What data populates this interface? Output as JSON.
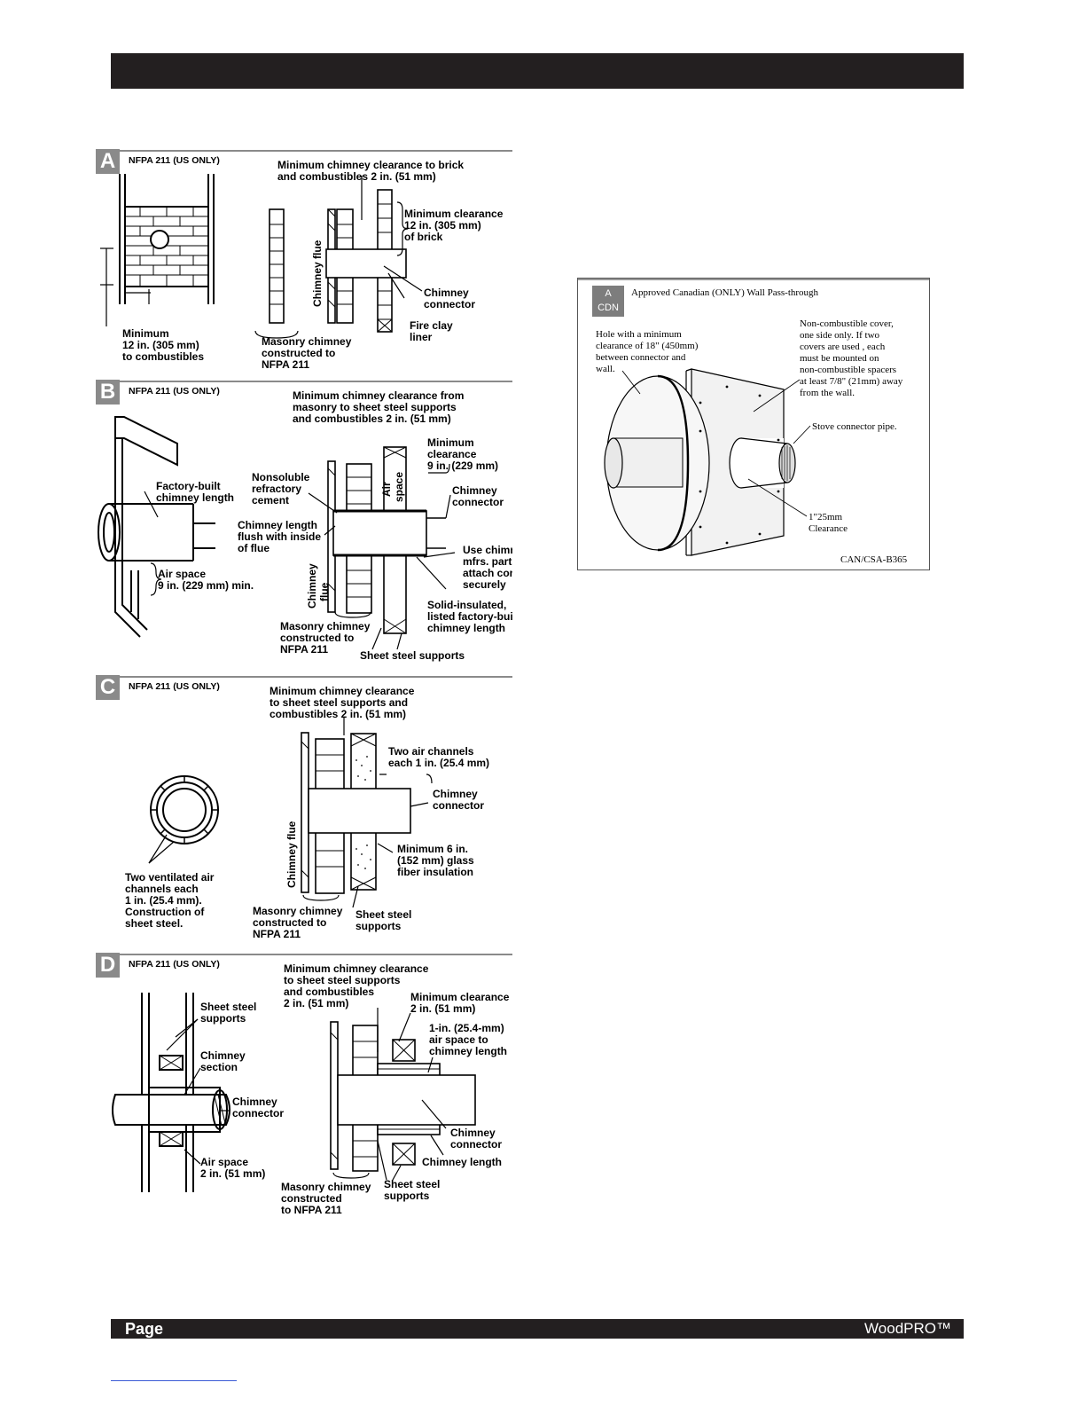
{
  "footer": {
    "page_label": "Page",
    "brand": "WoodPRO™"
  },
  "sections": {
    "a": {
      "letter": "A",
      "heading": "NFPA 211 (US ONLY)",
      "labels": {
        "clear_brick_1": "Minimum chimney clearance to brick",
        "clear_brick_2": "and combustibles 2 in. (51 mm)",
        "min_clear_1": "Minimum clearance",
        "min_clear_2": "12 in. (305 mm)",
        "min_clear_3": "of brick",
        "flue": "Chimney flue",
        "conn_1": "Chimney",
        "conn_2": "connector",
        "liner_1": "Fire clay",
        "liner_2": "liner",
        "min_1": "Minimum",
        "min_2": "12 in. (305 mm)",
        "min_3": "to combustibles",
        "mason_1": "Masonry chimney",
        "mason_2": "constructed to",
        "mason_3": "NFPA 211"
      }
    },
    "b": {
      "letter": "B",
      "heading": "NFPA 211 (US ONLY)",
      "labels": {
        "top_1": "Minimum chimney clearance from",
        "top_2": "masonry to sheet steel supports",
        "top_3": "and combustibles 2 in. (51 mm)",
        "mc_1": "Minimum",
        "mc_2": "clearance",
        "mc_3": "9 in. (229 mm)",
        "air": "Air",
        "space": "space",
        "fb_1": "Factory-built",
        "fb_2": "chimney length",
        "ns_1": "Nonsoluble",
        "ns_2": "refractory",
        "ns_3": "cement",
        "conn_1": "Chimney",
        "conn_2": "connector",
        "flush_1": "Chimney length",
        "flush_2": "flush with inside",
        "flush_3": "of flue",
        "use_1": "Use chimney",
        "use_2": "mfrs. parts to",
        "use_3": "attach connector",
        "use_4": "securely",
        "as_1": "Air space",
        "as_2": "9 in. (229 mm) min.",
        "flue_1": "Chimney",
        "flue_2": "flue",
        "si_1": "Solid-insulated,",
        "si_2": "listed factory-built",
        "si_3": "chimney length",
        "mason_1": "Masonry chimney",
        "mason_2": "constructed to",
        "mason_3": "NFPA 211",
        "steel": "Sheet steel supports"
      }
    },
    "c": {
      "letter": "C",
      "heading": "NFPA 211 (US ONLY)",
      "labels": {
        "top_1": "Minimum chimney clearance",
        "top_2": "to sheet steel supports and",
        "top_3": "combustibles 2 in. (51 mm)",
        "ch_1": "Two air channels",
        "ch_2": "each 1 in. (25.4 mm)",
        "conn_1": "Chimney",
        "conn_2": "connector",
        "flue": "Chimney flue",
        "ins_1": "Minimum 6 in.",
        "ins_2": "(152 mm) glass",
        "ins_3": "fiber insulation",
        "vent_1": "Two ventilated air",
        "vent_2": "channels each",
        "vent_3": "1 in. (25.4 mm).",
        "vent_4": "Construction of",
        "vent_5": "sheet steel.",
        "mason_1": "Masonry chimney",
        "mason_2": "constructed to",
        "mason_3": "NFPA 211",
        "steel_1": "Sheet steel",
        "steel_2": "supports"
      }
    },
    "d": {
      "letter": "D",
      "heading": "NFPA 211 (US ONLY)",
      "labels": {
        "top_1": "Minimum chimney clearance",
        "top_2": "to sheet steel supports",
        "top_3": "and combustibles",
        "top_4": "2 in. (51 mm)",
        "mc_1": "Minimum clearance",
        "mc_2": "2 in. (51 mm)",
        "ss_1": "Sheet steel",
        "ss_2": "supports",
        "as1_1": "1-in. (25.4-mm)",
        "as1_2": "air space to",
        "as1_3": "chimney length",
        "sec_1": "Chimney",
        "sec_2": "section",
        "conn_1": "Chimney",
        "conn_2": "connector",
        "conn2_1": "Chimney",
        "conn2_2": "connector",
        "len": "Chimney length",
        "as_1": "Air space",
        "as_2": "2 in. (51 mm)",
        "mason_1": "Masonry chimney",
        "mason_2": "constructed",
        "mason_3": "to NFPA 211",
        "steel_1": "Sheet steel",
        "steel_2": "supports"
      }
    }
  },
  "canadian": {
    "badge_1": "A",
    "badge_2": "CDN",
    "title": "Approved Canadian (ONLY) Wall Pass-through",
    "hole_1": "Hole with a minimum",
    "hole_2": "clearance of 18\" (450mm)",
    "hole_3": "between connector and",
    "hole_4": "wall.",
    "cover_1": "Non-combustible cover,",
    "cover_2": "one side only. If two",
    "cover_3": "covers are used , each",
    "cover_4": "must be mounted on",
    "cover_5": "non-combustible spacers",
    "cover_6": "at least 7/8\" (21mm) away",
    "cover_7": "from the wall.",
    "pipe": "Stove connector pipe.",
    "clear_1": "1\"25mm",
    "clear_2": "Clearance",
    "std": "CAN/CSA-B365"
  }
}
